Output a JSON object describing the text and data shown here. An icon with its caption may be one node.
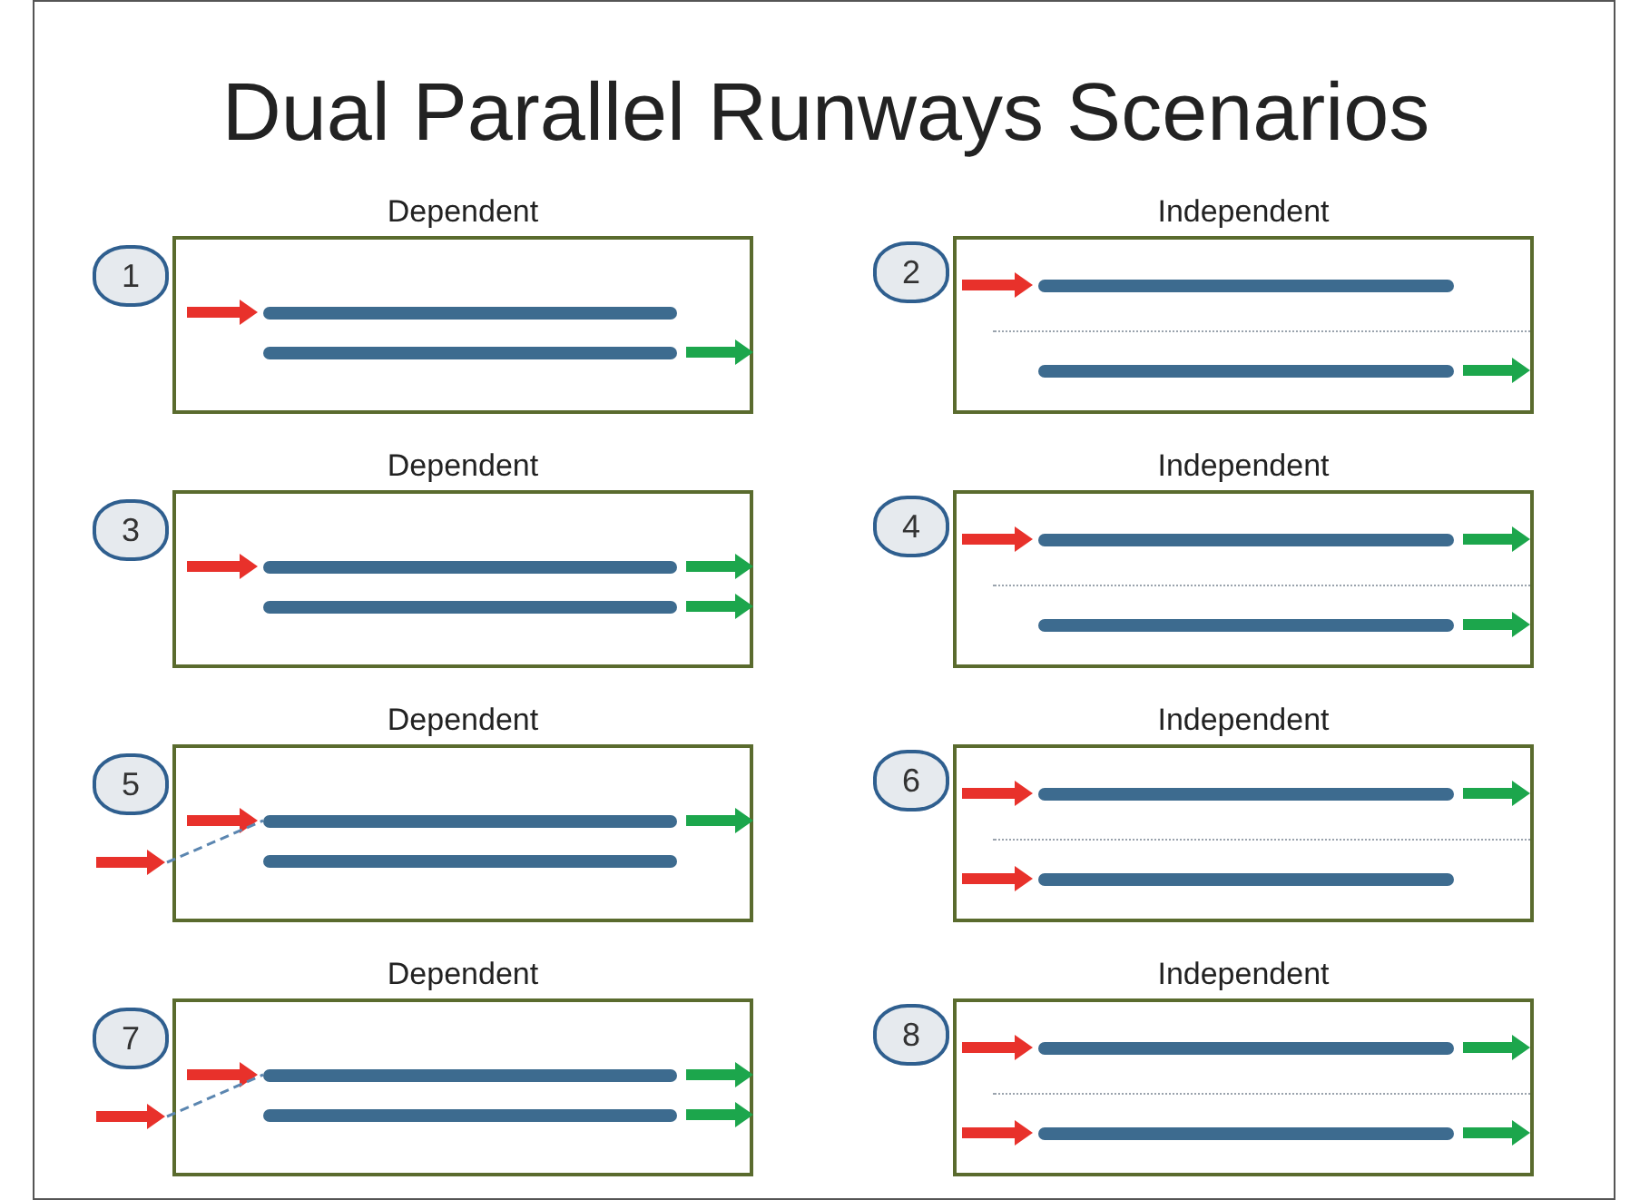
{
  "diagram": {
    "title": "Dual Parallel Runways Scenarios",
    "nodes": [
      {
        "text": [
          "Dependent"
        ]
      },
      {
        "text": [
          "1"
        ]
      },
      {
        "text": [],
        "shape": "bar",
        "in": 0
      },
      {
        "text": [],
        "shape": "bar",
        "in": 0
      },
      {
        "text": [
          "Independent"
        ]
      },
      {
        "text": [
          "2"
        ]
      },
      {
        "text": [],
        "shape": "bar",
        "in": 4
      },
      {
        "text": [],
        "shape": "bar",
        "in": 4
      },
      {
        "text": [
          "Dependent"
        ]
      },
      {
        "text": [
          "3"
        ]
      },
      {
        "text": [],
        "shape": "bar",
        "in": 8
      },
      {
        "text": [],
        "shape": "bar",
        "in": 8
      },
      {
        "text": [
          "Independent"
        ]
      },
      {
        "text": [
          "4"
        ]
      },
      {
        "text": [],
        "shape": "bar",
        "in": 12
      },
      {
        "text": [],
        "shape": "bar",
        "in": 12
      },
      {
        "text": [
          "Dependent"
        ]
      },
      {
        "text": [
          "5"
        ]
      },
      {
        "text": [],
        "shape": "bar",
        "in": 16
      },
      {
        "text": [],
        "shape": "bar",
        "in": 16
      },
      {
        "text": [
          "Independent"
        ]
      },
      {
        "text": [
          "6"
        ]
      },
      {
        "text": [],
        "shape": "bar",
        "in": 20
      },
      {
        "text": [],
        "shape": "bar",
        "in": 20
      },
      {
        "text": [
          "Dependent"
        ]
      },
      {
        "text": [
          "7"
        ]
      },
      {
        "text": [],
        "shape": "bar",
        "in": 24
      },
      {
        "text": [],
        "shape": "bar",
        "in": 24
      },
      {
        "text": [
          "Independent"
        ]
      },
      {
        "text": [
          "8"
        ]
      },
      {
        "text": [],
        "shape": "bar",
        "in": 28
      },
      {
        "text": [],
        "shape": "bar",
        "in": 28
      }
    ],
    "edges": [
      {
        "from": null,
        "to": 2,
        "arrow": "to",
        "color": "#e8312b"
      },
      {
        "from": 3,
        "to": null,
        "arrow": "to",
        "color": "#1ca64c"
      },
      {
        "from": null,
        "to": 6,
        "arrow": "to",
        "color": "#e8312b"
      },
      {
        "from": 7,
        "to": null,
        "arrow": "to",
        "color": "#1ca64c"
      },
      {
        "from": null,
        "to": 10,
        "arrow": "to",
        "color": "#e8312b"
      },
      {
        "from": 10,
        "to": null,
        "arrow": "to",
        "color": "#1ca64c"
      },
      {
        "from": 11,
        "to": null,
        "arrow": "to",
        "color": "#1ca64c"
      },
      {
        "from": null,
        "to": 14,
        "arrow": "to",
        "color": "#e8312b"
      },
      {
        "from": 14,
        "to": null,
        "arrow": "to",
        "color": "#1ca64c"
      },
      {
        "from": 15,
        "to": null,
        "arrow": "to",
        "color": "#1ca64c"
      },
      {
        "from": null,
        "to": 18,
        "arrow": "to",
        "color": "#e8312b"
      },
      {
        "from": null,
        "to": 18,
        "arrow": "none",
        "style": "dashed",
        "color": "#5b86b0"
      },
      {
        "from": 18,
        "to": null,
        "arrow": "to",
        "color": "#1ca64c"
      },
      {
        "from": null,
        "to": 22,
        "arrow": "to",
        "color": "#e8312b"
      },
      {
        "from": 22,
        "to": null,
        "arrow": "to",
        "color": "#1ca64c"
      },
      {
        "from": null,
        "to": 23,
        "arrow": "to",
        "color": "#e8312b"
      },
      {
        "from": null,
        "to": 26,
        "arrow": "to",
        "color": "#e8312b"
      },
      {
        "from": null,
        "to": 26,
        "arrow": "none",
        "style": "dashed",
        "color": "#5b86b0"
      },
      {
        "from": 26,
        "to": null,
        "arrow": "to",
        "color": "#1ca64c"
      },
      {
        "from": 27,
        "to": null,
        "arrow": "to",
        "color": "#1ca64c"
      },
      {
        "from": null,
        "to": 30,
        "arrow": "to",
        "color": "#e8312b"
      },
      {
        "from": 30,
        "to": null,
        "arrow": "to",
        "color": "#1ca64c"
      },
      {
        "from": null,
        "to": 31,
        "arrow": "to",
        "color": "#e8312b"
      },
      {
        "from": 31,
        "to": null,
        "arrow": "to",
        "color": "#1ca64c"
      }
    ]
  }
}
